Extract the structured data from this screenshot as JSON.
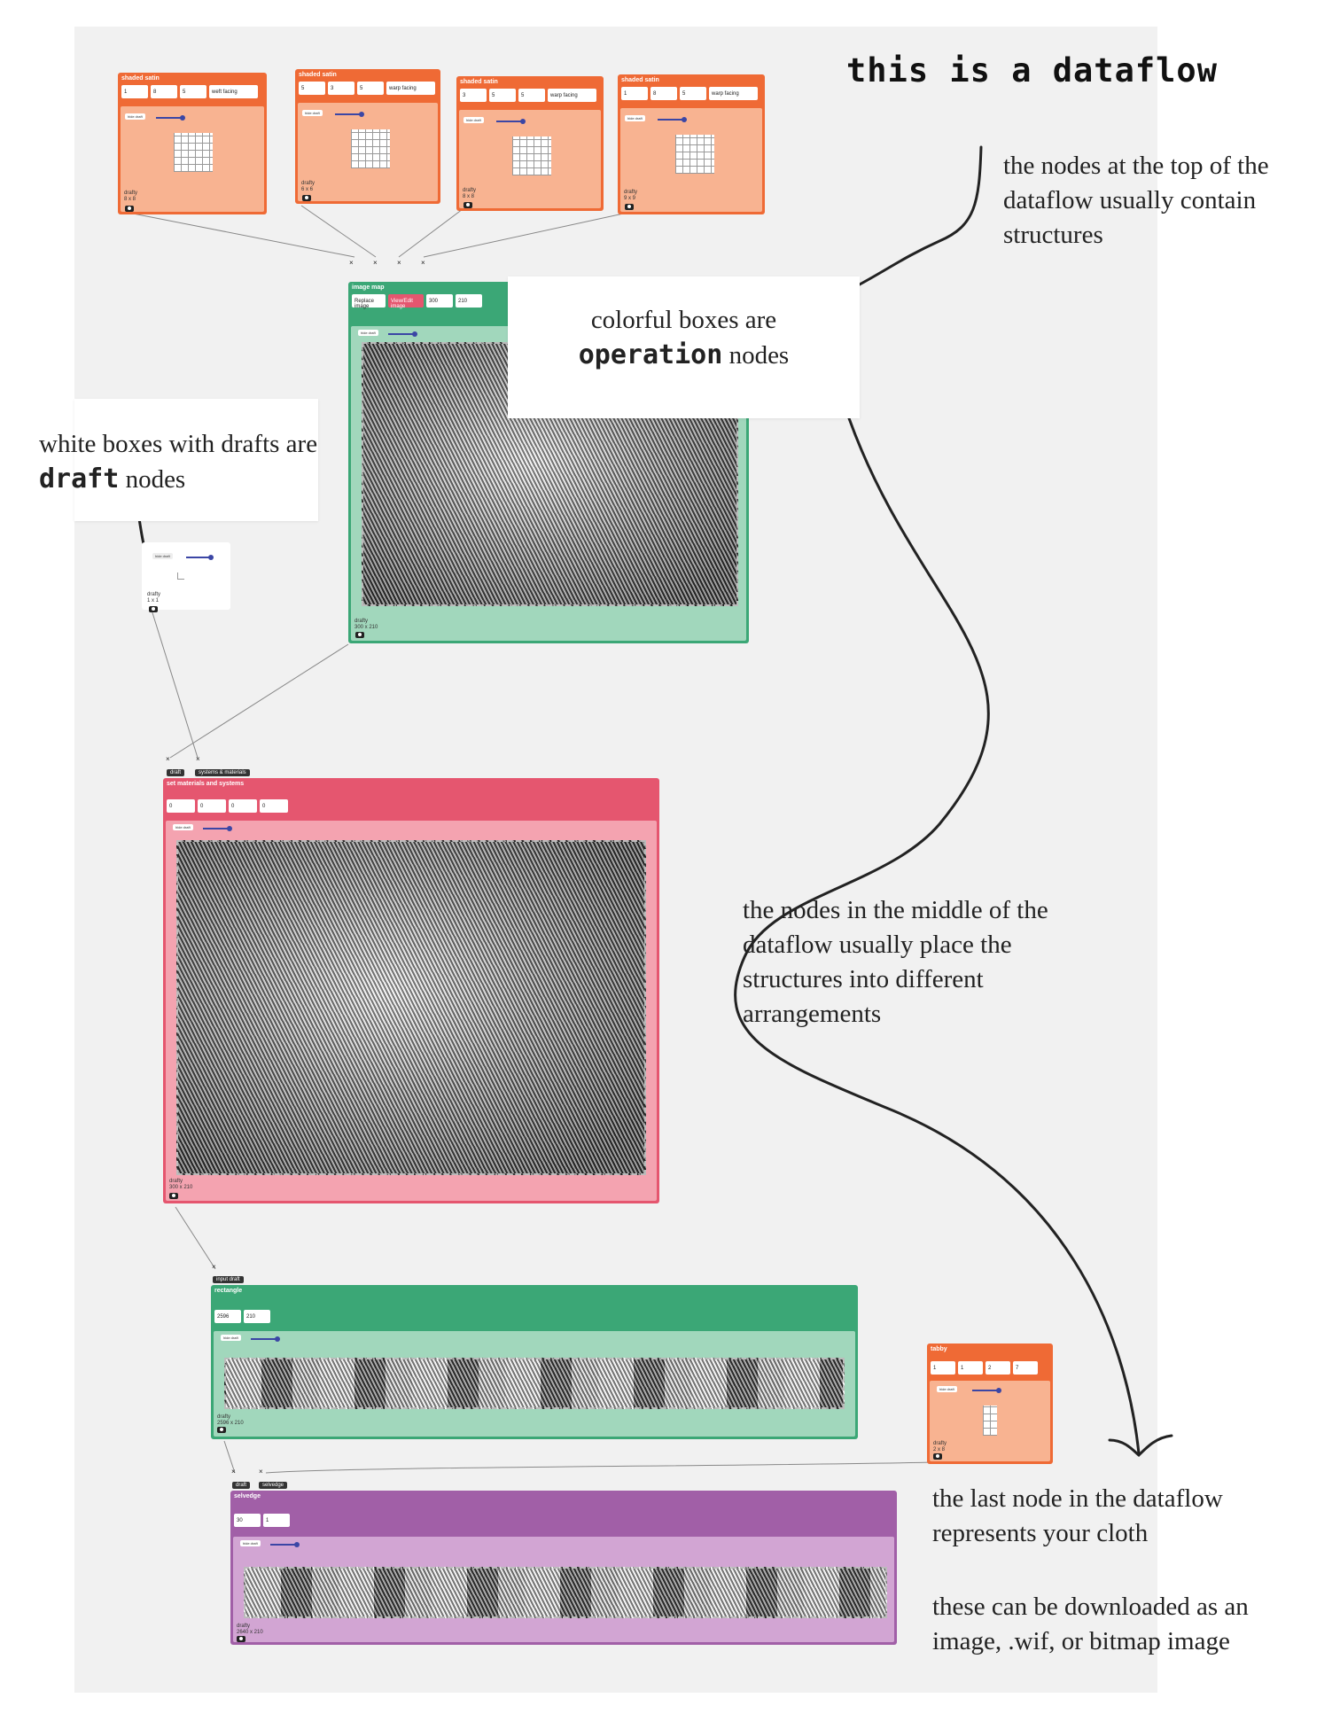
{
  "title": "this is a dataflow",
  "notes": {
    "top": "the nodes at the top of the dataflow usually contain structures",
    "operation": {
      "pre": "colorful boxes are",
      "keyword": "operation",
      "post": "nodes"
    },
    "draft": {
      "pre": "white boxes with drafts are",
      "keyword": "draft",
      "post": "nodes"
    },
    "middle": "the nodes in the middle of the dataflow usually place the structures into different arrangements",
    "last": "the last node in the dataflow represents your cloth",
    "download": "these can be downloaded as an image, .wif, or bitmap image"
  },
  "colors": {
    "orange": "#ef6a35",
    "orange_light": "#f8b391",
    "green": "#3ba776",
    "green_light": "#a1d7bc",
    "red": "#e5566f",
    "red_light": "#f4a3b0",
    "purple": "#a15fa7",
    "purple_light": "#d2a5d3"
  },
  "icons": [
    "eye-icon",
    "close-icon",
    "slider-handle"
  ],
  "nodes": {
    "satin1": {
      "name": "shaded satin",
      "params": [
        "1",
        "8",
        "5",
        "weft facing"
      ],
      "drafty": "drafty",
      "size": "8 x 8"
    },
    "satin2": {
      "name": "shaded satin",
      "params": [
        "5",
        "3",
        "5",
        "warp facing"
      ],
      "drafty": "drafty",
      "size": "6 x 6"
    },
    "satin3": {
      "name": "shaded satin",
      "params": [
        "3",
        "5",
        "5",
        "warp facing"
      ],
      "drafty": "drafty",
      "size": "8 x 8"
    },
    "satin4": {
      "name": "shaded satin",
      "params": [
        "1",
        "8",
        "5",
        "warp facing"
      ],
      "drafty": "drafty",
      "size": "9 x 9"
    },
    "imagemap": {
      "name": "image map",
      "params": [
        "Replace image",
        "View/Edit image",
        "300",
        "210"
      ],
      "drafty": "drafty",
      "size": "300 x 210"
    },
    "draftnode": {
      "drafty": "drafty",
      "size": "1 x 1"
    },
    "setmat": {
      "name": "set materials and systems",
      "ports": [
        "draft",
        "systems & materials"
      ],
      "params": [
        "0",
        "0",
        "0",
        "0"
      ],
      "drafty": "drafty",
      "size": "300 x 210"
    },
    "rectangle": {
      "name": "rectangle",
      "ports": [
        "input draft"
      ],
      "params": [
        "2596",
        "210"
      ],
      "drafty": "drafty",
      "size": "2596 x 210"
    },
    "tabby": {
      "name": "tabby",
      "params": [
        "1",
        "1",
        "2",
        "7"
      ],
      "drafty": "drafty",
      "size": "2 x 8"
    },
    "selvedge": {
      "name": "selvedge",
      "ports": [
        "draft",
        "selvedge"
      ],
      "params": [
        "30",
        "1"
      ],
      "drafty": "drafty",
      "size": "2640 x 210"
    }
  },
  "hide_draft": "hide draft"
}
